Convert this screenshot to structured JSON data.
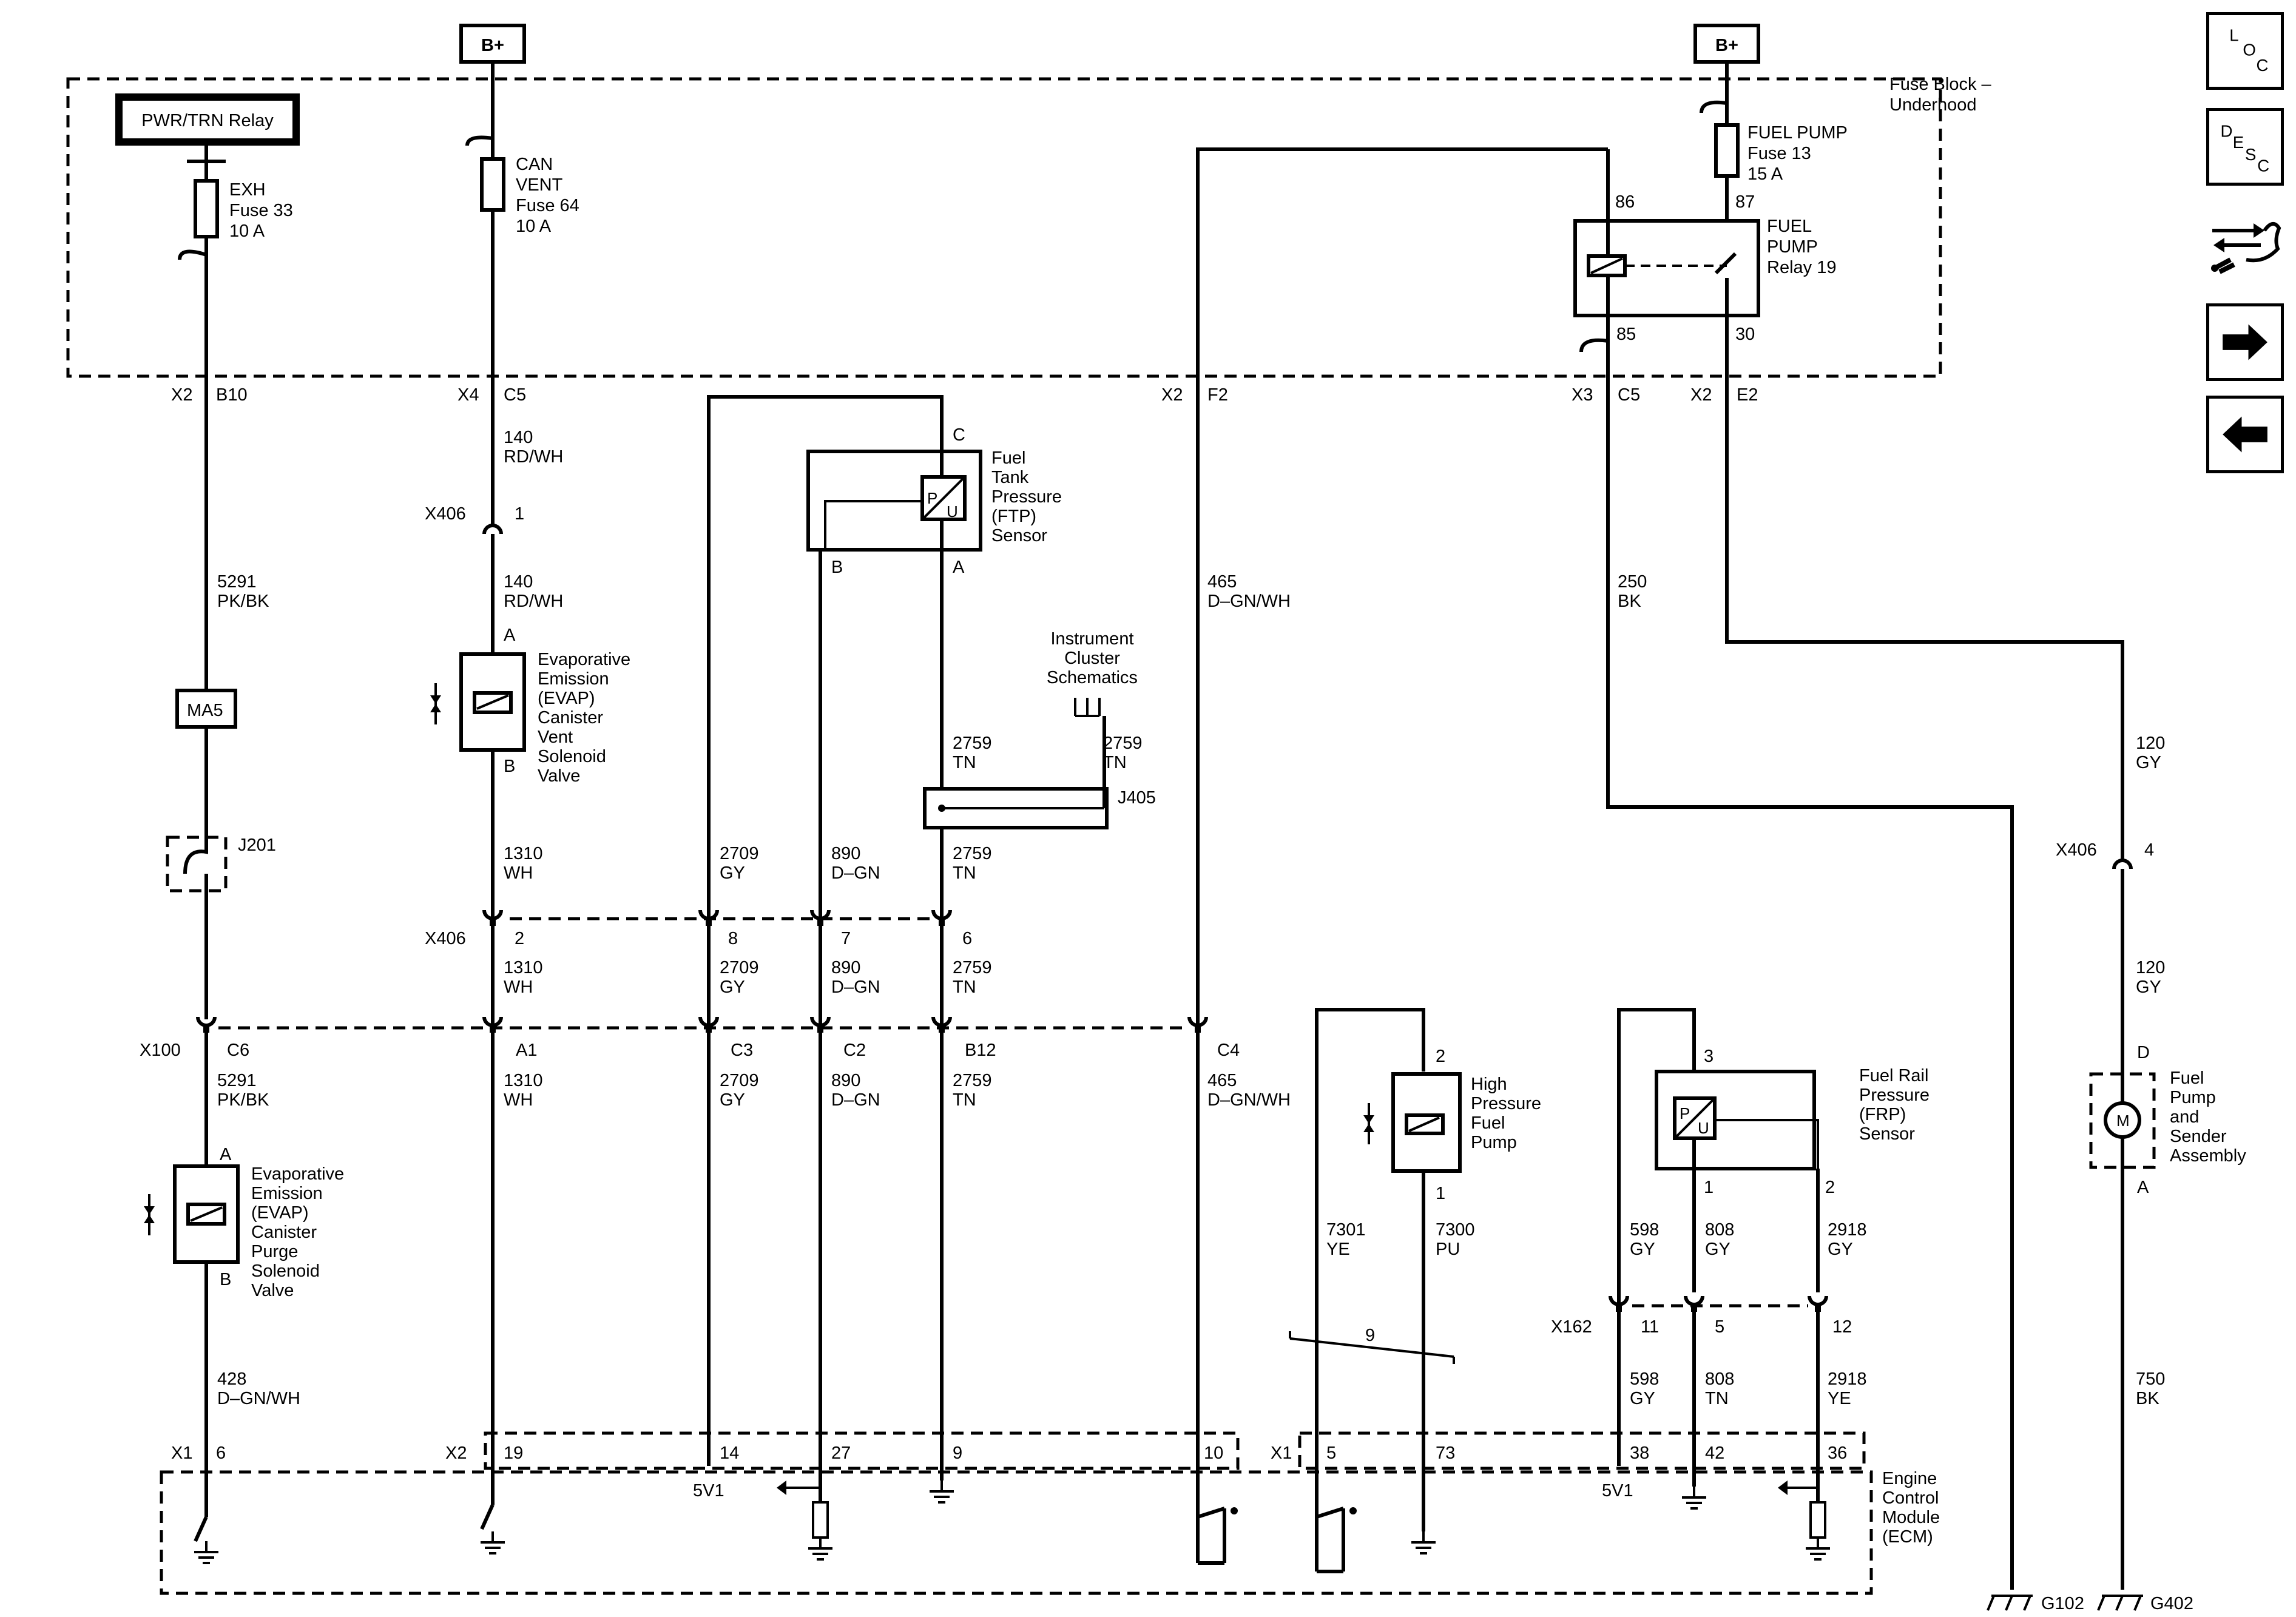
{
  "power": {
    "bplus_left": "B+",
    "bplus_right": "B+"
  },
  "fuse_block": {
    "title_l1": "Fuse Block –",
    "title_l2": "Underhood"
  },
  "relay_pwr": "PWR/TRN Relay",
  "fuse_exh": [
    "EXH",
    "Fuse 33",
    "10 A"
  ],
  "fuse_can": [
    "CAN",
    "VENT",
    "Fuse 64",
    "10 A"
  ],
  "fuse_fp": [
    "FUEL PUMP",
    "Fuse 13",
    "15 A"
  ],
  "relay_fp": [
    "FUEL",
    "PUMP",
    "Relay 19"
  ],
  "relay_pins": {
    "p86": "86",
    "p87": "87",
    "p85": "85",
    "p30": "30"
  },
  "top_conn": {
    "x2a": "X2",
    "b10": "B10",
    "x4": "X4",
    "c5a": "C5",
    "x2b": "X2",
    "f2": "F2",
    "x3": "X3",
    "c5b": "C5",
    "x2c": "X2",
    "e2": "E2"
  },
  "wires": {
    "w140a": [
      "140",
      "RD/WH"
    ],
    "w140b": [
      "140",
      "RD/WH"
    ],
    "w5291a": [
      "5291",
      "PK/BK"
    ],
    "w5291b": [
      "5291",
      "PK/BK"
    ],
    "w1310a": [
      "1310",
      "WH"
    ],
    "w1310b": [
      "1310",
      "WH"
    ],
    "w1310c": [
      "1310",
      "WH"
    ],
    "w2709a": [
      "2709",
      "GY"
    ],
    "w2709b": [
      "2709",
      "GY"
    ],
    "w2709c": [
      "2709",
      "GY"
    ],
    "w890a": [
      "890",
      "D–GN"
    ],
    "w890b": [
      "890",
      "D–GN"
    ],
    "w890c": [
      "890",
      "D–GN"
    ],
    "w2759a": [
      "2759",
      "TN"
    ],
    "w2759b": [
      "2759",
      "TN"
    ],
    "w2759c": [
      "2759",
      "TN"
    ],
    "w2759d": [
      "2759",
      "TN"
    ],
    "w2759e": [
      "2759",
      "TN"
    ],
    "w465a": [
      "465",
      "D–GN/WH"
    ],
    "w465b": [
      "465",
      "D–GN/WH"
    ],
    "w250": [
      "250",
      "BK"
    ],
    "w120a": [
      "120",
      "GY"
    ],
    "w120b": [
      "120",
      "GY"
    ],
    "w428": [
      "428",
      "D–GN/WH"
    ],
    "w7301": [
      "7301",
      "YE"
    ],
    "w7300": [
      "7300",
      "PU"
    ],
    "w598a": [
      "598",
      "GY"
    ],
    "w598b": [
      "598",
      "GY"
    ],
    "w808a": [
      "808",
      "GY"
    ],
    "w808b": [
      "808",
      "TN"
    ],
    "w2918a": [
      "2918",
      "GY"
    ],
    "w2918b": [
      "2918",
      "YE"
    ],
    "w750": [
      "750",
      "BK"
    ]
  },
  "connectors": {
    "x406a": "X406",
    "x406a_1": "1",
    "x406b": "X406",
    "x406b_2": "2",
    "x406b_8": "8",
    "x406b_7": "7",
    "x406b_6": "6",
    "x406c": "X406",
    "x406c_4": "4",
    "x100": "X100",
    "c6": "C6",
    "a1": "A1",
    "c3": "C3",
    "c2": "C2",
    "b12": "B12",
    "c4": "C4",
    "x162": "X162",
    "x162_11": "11",
    "x162_5": "5",
    "x162_12": "12",
    "ma5": "MA5",
    "j201": "J201",
    "j405": "J405"
  },
  "components": {
    "ftp": [
      "Fuel",
      "Tank",
      "Pressure",
      "(FTP)",
      "Sensor"
    ],
    "ftp_pins": {
      "c": "C",
      "b": "B",
      "a": "A"
    },
    "evap_vent": [
      "Evaporative",
      "Emission",
      "(EVAP)",
      "Canister",
      "Vent",
      "Solenoid",
      "Valve"
    ],
    "evap_vent_pins": {
      "a": "A",
      "b": "B"
    },
    "evap_purge": [
      "Evaporative",
      "Emission",
      "(EVAP)",
      "Canister",
      "Purge",
      "Solenoid",
      "Valve"
    ],
    "evap_purge_pins": {
      "a": "A",
      "b": "B"
    },
    "instrument": [
      "Instrument",
      "Cluster",
      "Schematics"
    ],
    "hpfp": [
      "High",
      "Pressure",
      "Fuel",
      "Pump"
    ],
    "hpfp_pins": {
      "p2": "2",
      "p1": "1"
    },
    "frp": [
      "Fuel Rail",
      "Pressure",
      "(FRP)",
      "Sensor"
    ],
    "frp_pins": {
      "p3": "3",
      "p1": "1",
      "p2": "2"
    },
    "fpsa": [
      "Fuel",
      "Pump",
      "and",
      "Sender",
      "Assembly"
    ],
    "fpsa_pins": {
      "d": "D",
      "a": "A"
    },
    "twist": "9",
    "pu_p": "P",
    "pu_u": "U",
    "motor": "M"
  },
  "ecm": {
    "label": [
      "Engine",
      "Control",
      "Module",
      "(ECM)"
    ],
    "x1a": "X1",
    "p6": "6",
    "x2": "X2",
    "p19": "19",
    "p14": "14",
    "p27": "27",
    "p9": "9",
    "p10": "10",
    "x1b": "X1",
    "p5": "5",
    "p73": "73",
    "p38": "38",
    "p42": "42",
    "p36": "36",
    "v5a": "5V1",
    "v5b": "5V1"
  },
  "grounds": {
    "g102": "G102",
    "g402": "G402"
  },
  "nav": {
    "loc": {
      "l": "L",
      "o": "O",
      "c": "C"
    },
    "desc": {
      "d": "D",
      "e": "E",
      "s": "S",
      "c": "C"
    },
    "icons": [
      "schematic-flow-icon",
      "arrow-right-icon",
      "arrow-left-icon"
    ]
  }
}
